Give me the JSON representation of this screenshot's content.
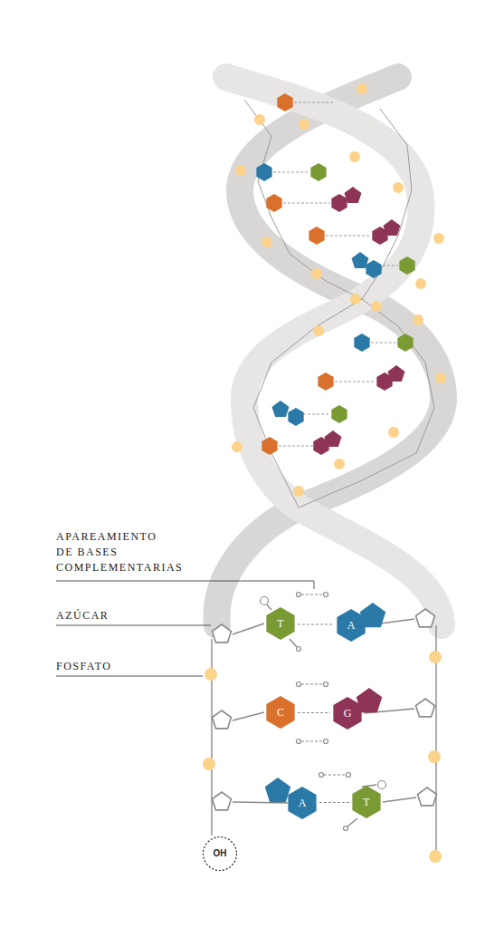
{
  "diagram": {
    "nodes": [
      {
        "text": [
          "T"
        ]
      },
      {
        "text": [
          "A"
        ]
      },
      {
        "text": [
          "C"
        ]
      },
      {
        "text": [
          "G"
        ]
      },
      {
        "text": [
          "A"
        ]
      },
      {
        "text": [
          "T"
        ]
      },
      {
        "text": [
          "OH"
        ]
      }
    ],
    "edges": [
      {
        "from": 0,
        "to": 1,
        "arrow": "none"
      },
      {
        "from": 2,
        "to": 3,
        "arrow": "none"
      },
      {
        "from": 4,
        "to": 5,
        "arrow": "none"
      }
    ],
    "labels": [
      "APAREAMIENTO DE BASES COMPLEMENTARIAS",
      "AZÚCAR",
      "FOSFATO"
    ]
  }
}
